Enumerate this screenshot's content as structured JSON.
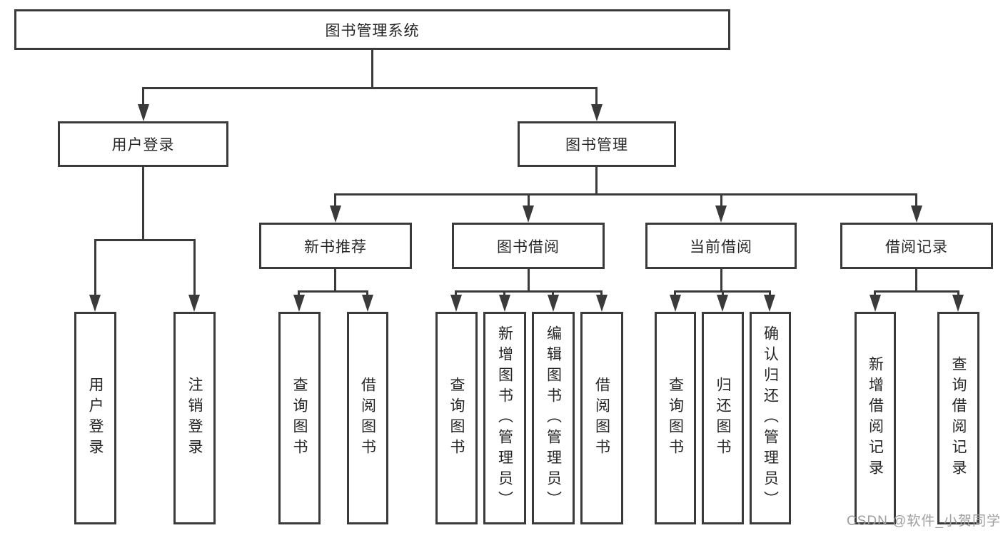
{
  "colors": {
    "line": "#3a3a3a",
    "box_border": "#3a3a3a",
    "text": "#262626",
    "watermark": "#9e9e9e",
    "background": "#ffffff"
  },
  "tree": {
    "label": "图书管理系统",
    "children": [
      {
        "label": "用户登录",
        "children": [
          {
            "label": "用户登录"
          },
          {
            "label": "注销登录"
          }
        ]
      },
      {
        "label": "图书管理",
        "children": [
          {
            "label": "新书推荐",
            "children": [
              {
                "label": "查询图书"
              },
              {
                "label": "借阅图书"
              }
            ]
          },
          {
            "label": "图书借阅",
            "children": [
              {
                "label": "查询图书"
              },
              {
                "label": "新增图书（管理员）"
              },
              {
                "label": "编辑图书（管理员）"
              },
              {
                "label": "借阅图书"
              }
            ]
          },
          {
            "label": "当前借阅",
            "children": [
              {
                "label": "查询图书"
              },
              {
                "label": "归还图书"
              },
              {
                "label": "确认归还（管理员）"
              }
            ]
          },
          {
            "label": "借阅记录",
            "children": [
              {
                "label": "新增借阅记录"
              },
              {
                "label": "查询借阅记录"
              }
            ]
          }
        ]
      }
    ]
  },
  "watermark": {
    "text": "CSDN @软件_小贺同学"
  }
}
